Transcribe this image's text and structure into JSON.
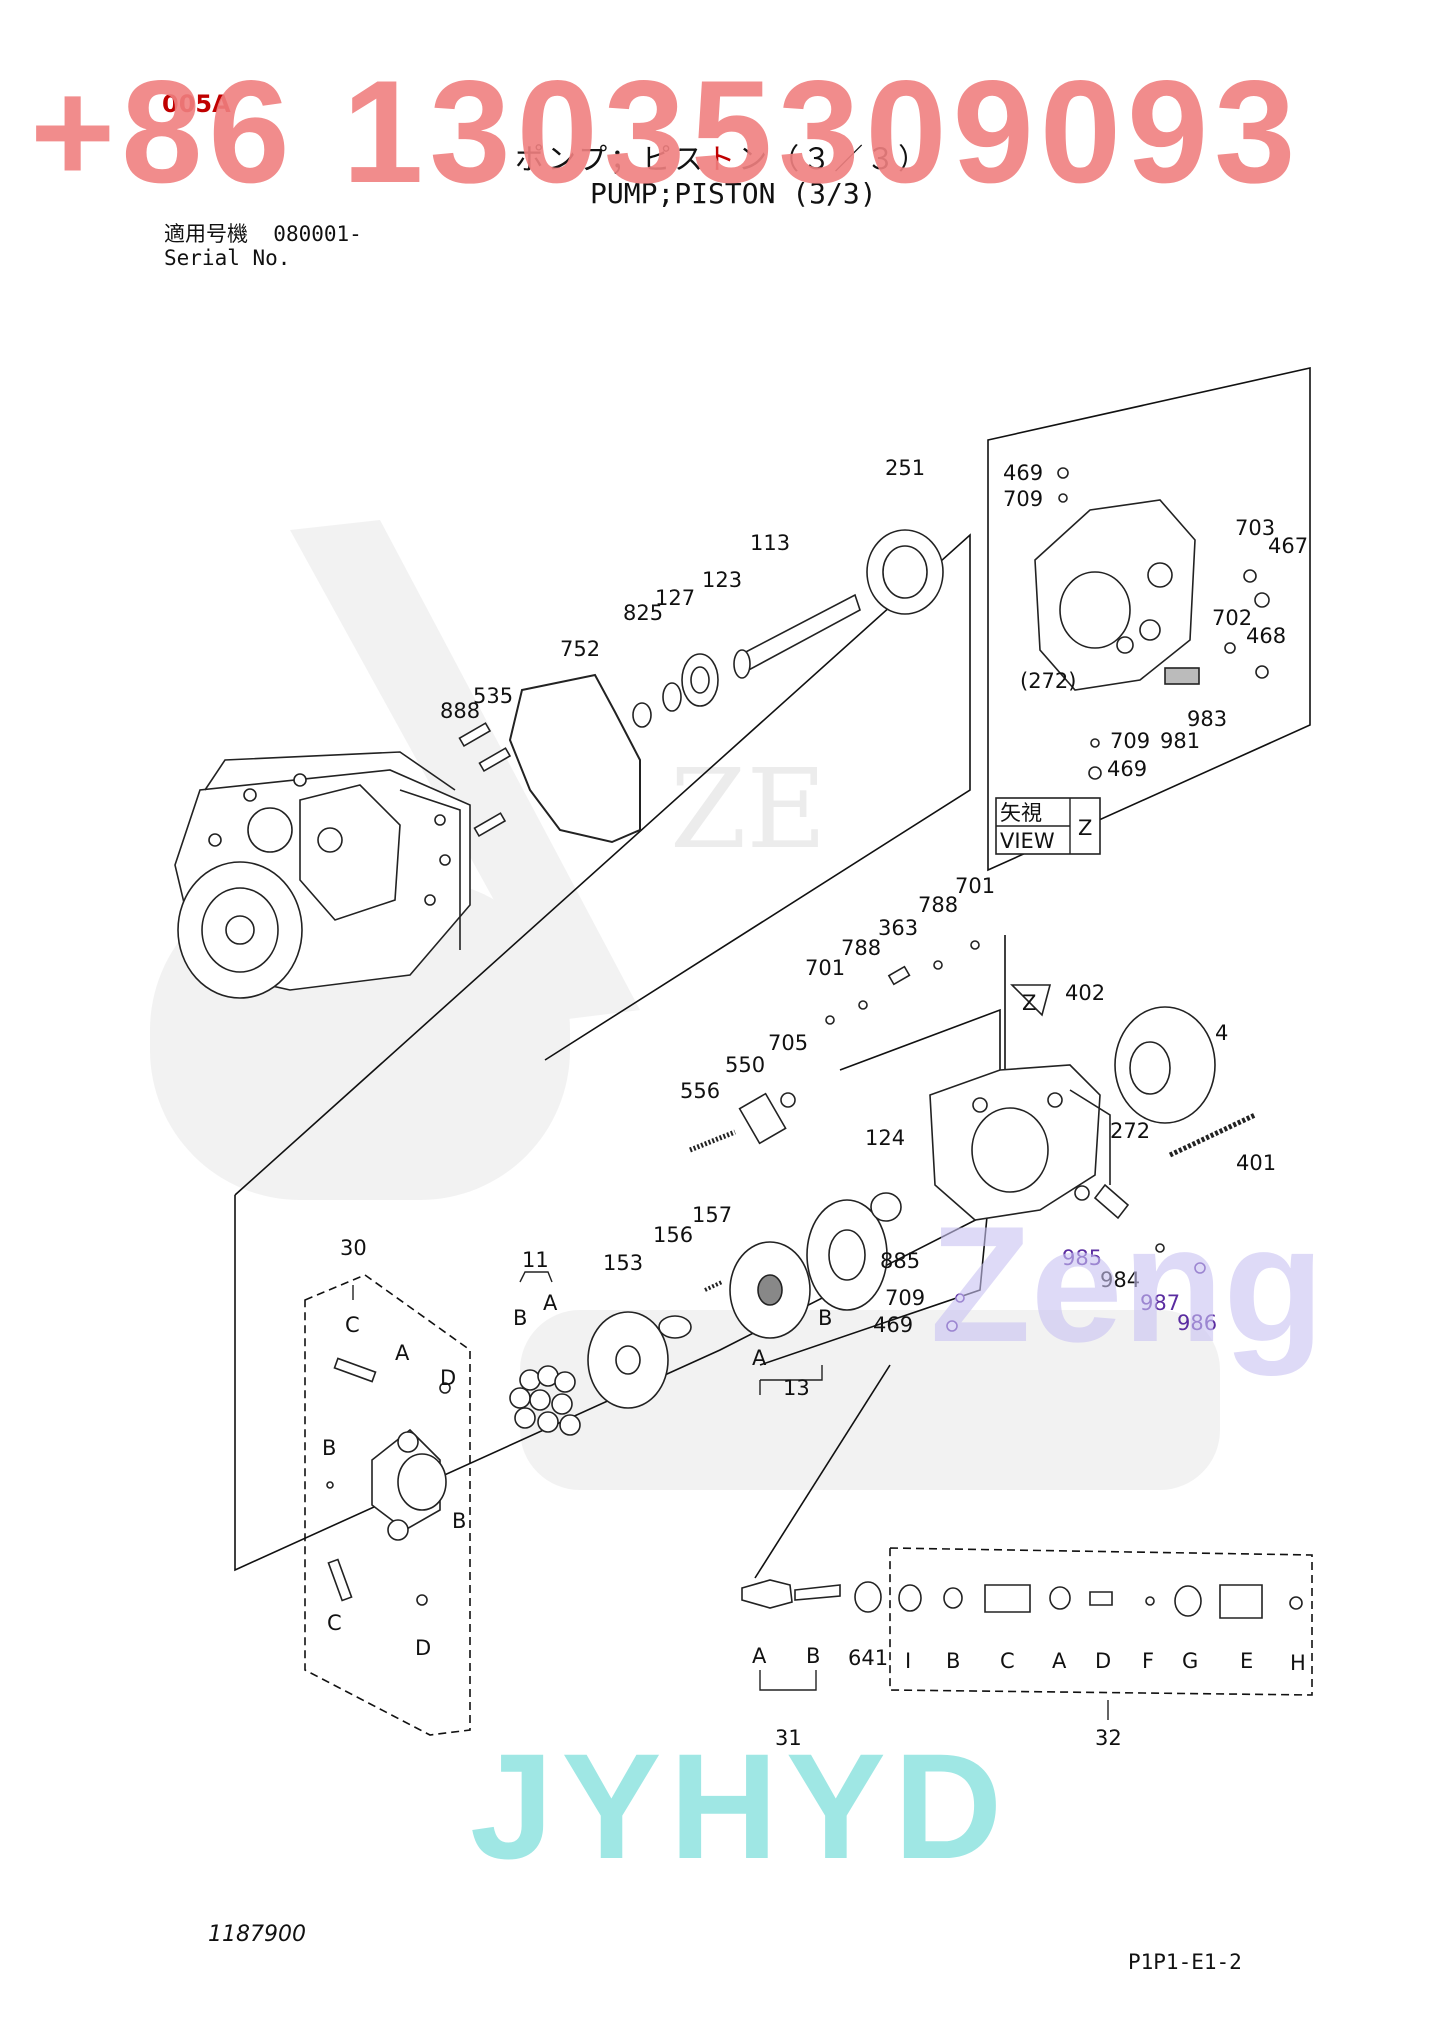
{
  "header": {
    "doc_code": "005A",
    "title_jp_a": "ポンプ；ピス",
    "title_jp_b": "ト",
    "title_jp_c": "ン（３／３）",
    "title_en": "PUMP;PISTON (3/3)",
    "serial_label_jp": "適用号機",
    "serial_value": "080001-",
    "serial_label_en": "Serial No."
  },
  "watermarks": {
    "phone": "+86 13035309093",
    "brand": "JYHYD",
    "brand2": "Zeng",
    "ze": "ZE"
  },
  "view_box": {
    "label_jp": "矢視",
    "label_en": "VIEW",
    "letter": "Z"
  },
  "callouts": {
    "c251": "251",
    "c113": "113",
    "c123": "123",
    "c127": "127",
    "c825": "825",
    "c752": "752",
    "c888": "888",
    "c535": "535",
    "v469a": "469",
    "v709a": "709",
    "v703": "703",
    "v467": "467",
    "v272": "(272)",
    "v702": "702",
    "v468": "468",
    "v983": "983",
    "v709b": "709",
    "v981": "981",
    "v469b": "469",
    "c701a": "701",
    "c788a": "788",
    "c701b": "701",
    "c788b": "788",
    "c363": "363",
    "z_arrow": "Z",
    "c402": "402",
    "c4": "4",
    "c705": "705",
    "c550": "550",
    "c556": "556",
    "c272": "272",
    "c401": "401",
    "c124": "124",
    "c885": "885",
    "c985": "985",
    "c984": "984",
    "c987": "987",
    "c986": "986",
    "c709": "709",
    "c469": "469",
    "c157": "157",
    "c156": "156",
    "c153": "153",
    "c11": "11",
    "c11b": "B",
    "c11a": "A",
    "c13": "13",
    "c13a": "A",
    "c13b": "B",
    "c30": "30",
    "c30c1": "C",
    "c30a": "A",
    "c30d1": "D",
    "c30b1": "B",
    "c30b2": "B",
    "c30c2": "C",
    "c30d2": "D",
    "c31a": "A",
    "c31b": "B",
    "c641": "641",
    "c31": "31",
    "c32i": "I",
    "c32b": "B",
    "c32c": "C",
    "c32a": "A",
    "c32d": "D",
    "c32f": "F",
    "c32g": "G",
    "c32e": "E",
    "c32h": "H",
    "c32": "32"
  },
  "footer": {
    "left_code": "1187900",
    "right_code": "P1P1-E1-2"
  }
}
